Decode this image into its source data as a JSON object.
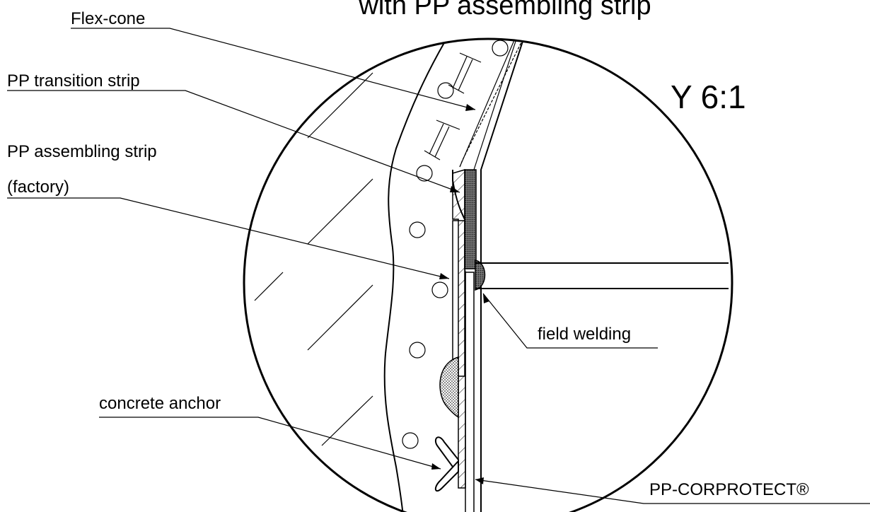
{
  "title": "with PP assembling strip",
  "scale_label": "Y 6:1",
  "labels": {
    "flex_cone": "Flex-cone",
    "pp_transition_strip": "PP transition strip",
    "pp_assembling_strip_line1": "PP assembling strip",
    "pp_assembling_strip_line2": "(factory)",
    "field_welding": "field welding",
    "concrete_anchor": "concrete anchor",
    "pp_corprotect": "PP-CORPROTECT®"
  }
}
